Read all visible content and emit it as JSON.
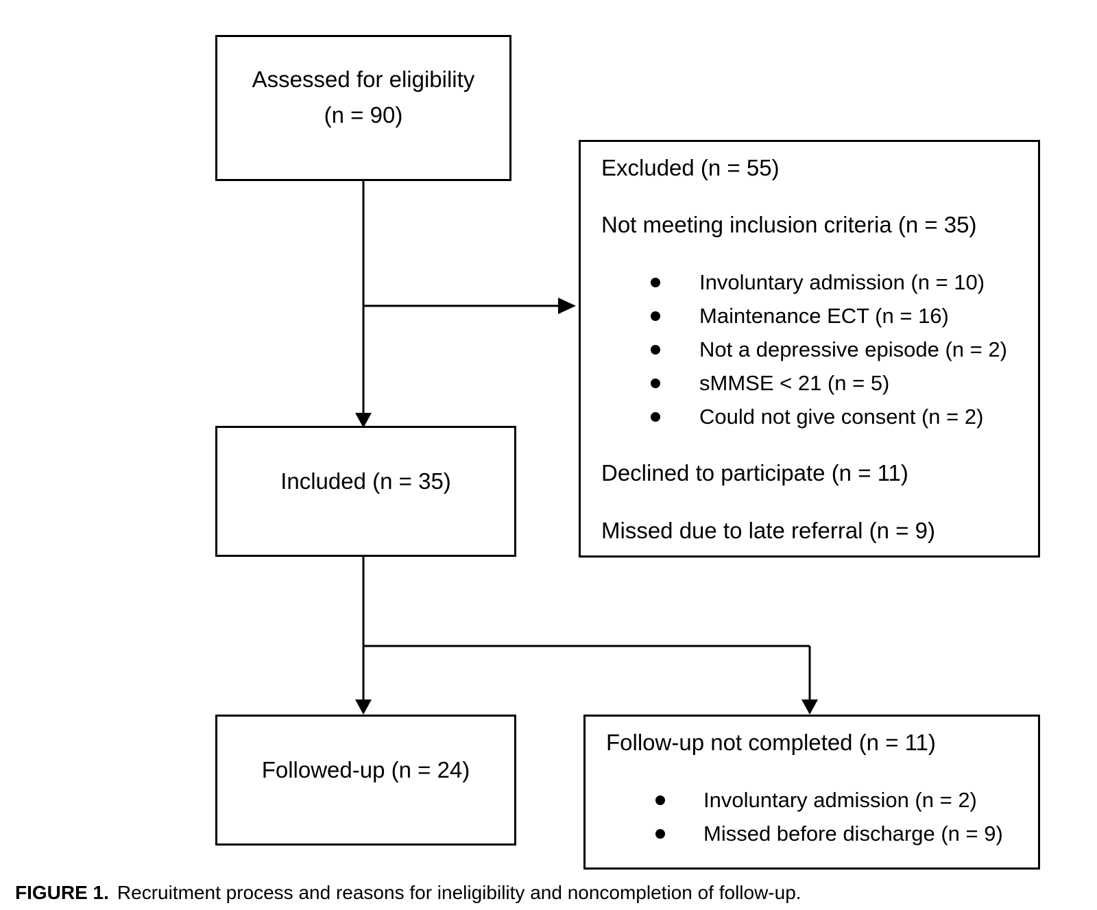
{
  "flowchart": {
    "assessed": {
      "line1": "Assessed for eligibility",
      "line2": "(n = 90)"
    },
    "included": {
      "label": "Included (n = 35)"
    },
    "followed_up": {
      "label": "Followed-up (n = 24)"
    },
    "excluded": {
      "title": "Excluded (n = 55)",
      "not_meeting": "Not meeting inclusion criteria (n = 35)",
      "reasons": [
        "Involuntary admission (n = 10)",
        "Maintenance ECT (n = 16)",
        "Not a depressive episode (n = 2)",
        "sMMSE < 21 (n = 5)",
        "Could not give consent (n = 2)"
      ],
      "declined": "Declined to participate (n = 11)",
      "missed": "Missed due to late referral (n = 9)"
    },
    "not_completed": {
      "title": "Follow-up not completed (n = 11)",
      "reasons": [
        "Involuntary admission (n = 2)",
        "Missed before discharge (n = 9)"
      ]
    }
  },
  "caption": {
    "label": "FIGURE 1.",
    "text": "Recruitment process and reasons for ineligibility and noncompletion of follow-up."
  }
}
